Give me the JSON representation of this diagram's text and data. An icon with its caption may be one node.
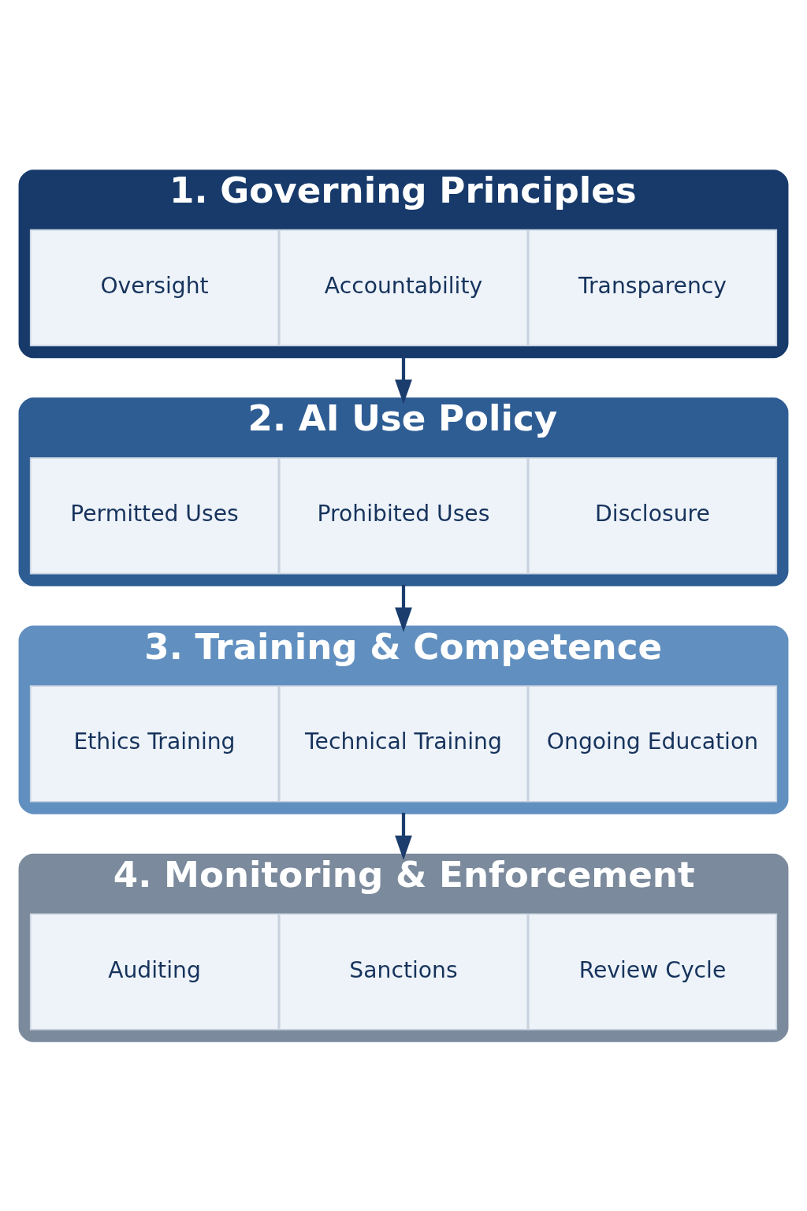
{
  "diagram": {
    "nodes": [
      {
        "text": [
          "1. Governing Principles"
        ]
      },
      {
        "text": [
          "Oversight"
        ],
        "in": 0
      },
      {
        "text": [
          "Accountability"
        ],
        "in": 0
      },
      {
        "text": [
          "Transparency"
        ],
        "in": 0
      },
      {
        "text": [
          "2. AI Use Policy"
        ]
      },
      {
        "text": [
          "Permitted Uses"
        ],
        "in": 4
      },
      {
        "text": [
          "Prohibited Uses"
        ],
        "in": 4
      },
      {
        "text": [
          "Disclosure"
        ],
        "in": 4
      },
      {
        "text": [
          "3. Training & Competence"
        ]
      },
      {
        "text": [
          "Ethics Training"
        ],
        "in": 8
      },
      {
        "text": [
          "Technical Training"
        ],
        "in": 8
      },
      {
        "text": [
          "Ongoing Education"
        ],
        "in": 8
      },
      {
        "text": [
          "4. Monitoring & Enforcement"
        ]
      },
      {
        "text": [
          "Auditing"
        ],
        "in": 12
      },
      {
        "text": [
          "Sanctions"
        ],
        "in": 12
      },
      {
        "text": [
          "Review Cycle"
        ],
        "in": 12
      }
    ],
    "edges": [
      {
        "from": 0,
        "to": 4,
        "arrow": "to"
      },
      {
        "from": 4,
        "to": 8,
        "arrow": "to"
      },
      {
        "from": 8,
        "to": 12,
        "arrow": "to"
      }
    ]
  }
}
